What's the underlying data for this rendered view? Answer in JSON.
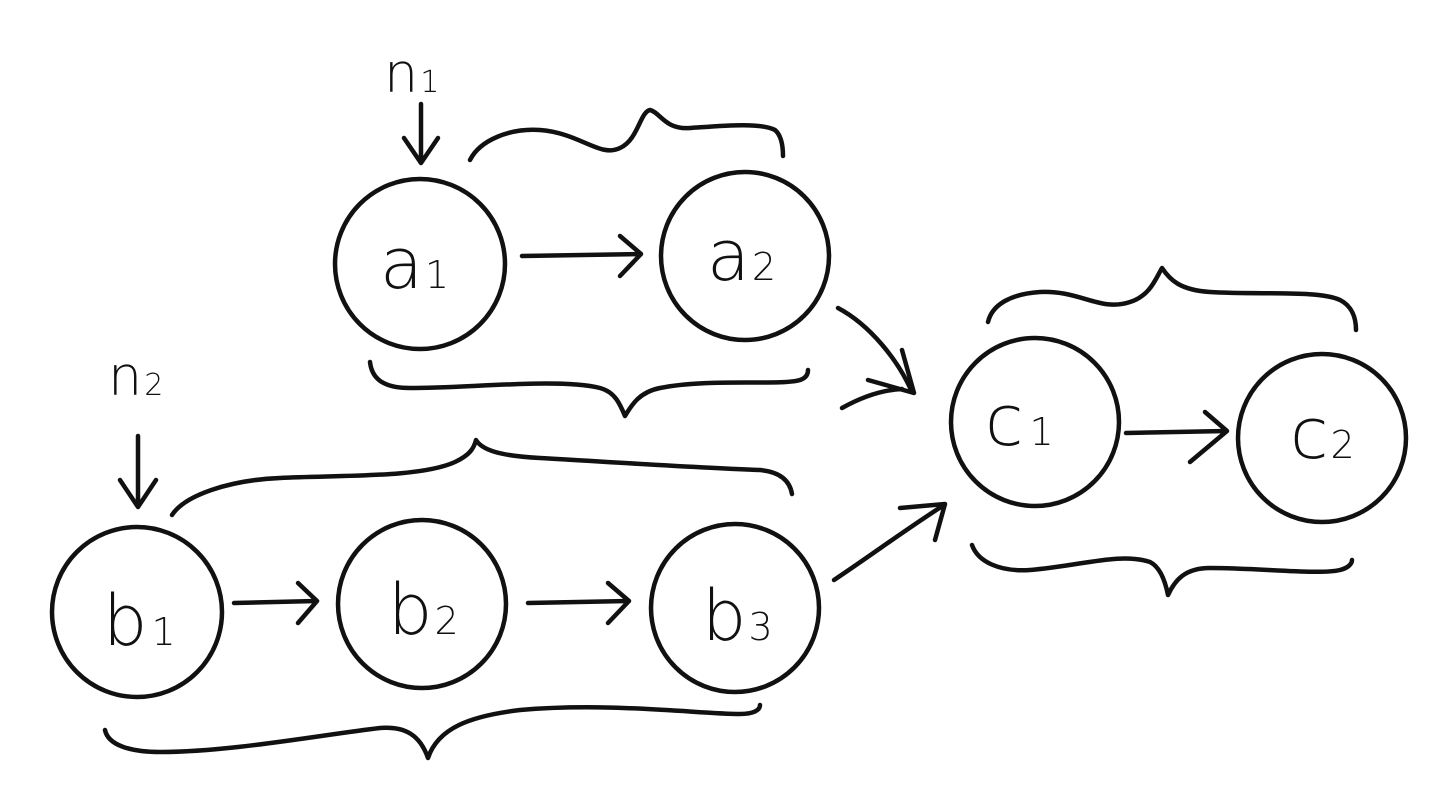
{
  "diagram": {
    "pointers": {
      "n1": {
        "main": "n",
        "sub": "1"
      },
      "n2": {
        "main": "n",
        "sub": "2"
      }
    },
    "nodes": {
      "a1": {
        "main": "a",
        "sub": "1"
      },
      "a2": {
        "main": "a",
        "sub": "2"
      },
      "b1": {
        "main": "b",
        "sub": "1"
      },
      "b2": {
        "main": "b",
        "sub": "2"
      },
      "b3": {
        "main": "b",
        "sub": "3"
      },
      "c1": {
        "main": "c",
        "sub": "1"
      },
      "c2": {
        "main": "c",
        "sub": "2"
      }
    },
    "colors": {
      "ink": "#111111",
      "background": "#ffffff"
    }
  }
}
